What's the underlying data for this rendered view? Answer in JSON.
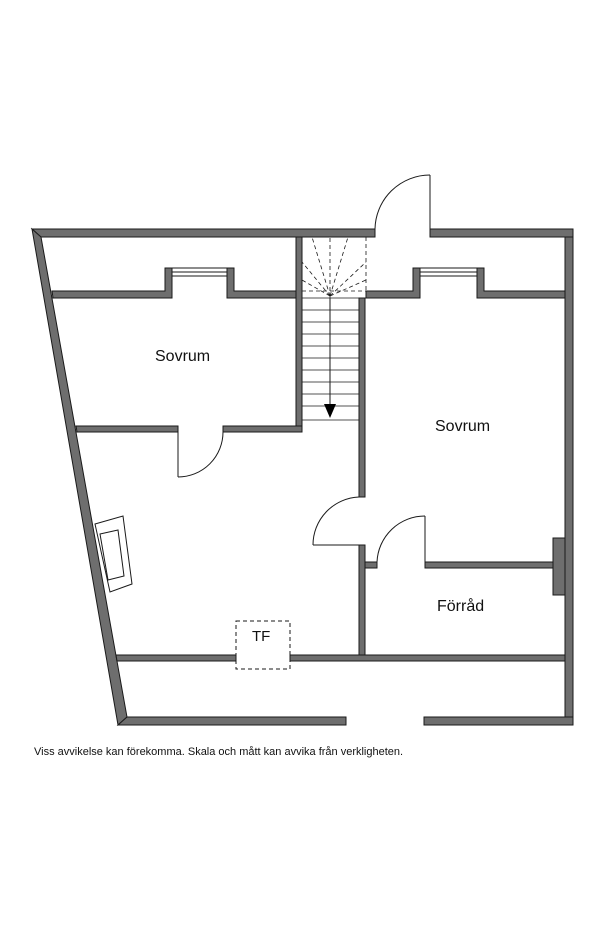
{
  "rooms": {
    "bedroom_left": "Sovrum",
    "bedroom_right": "Sovrum",
    "storage": "Förråd"
  },
  "hatch_label": "TF",
  "disclaimer": "Viss avvikelse kan förekomma. Skala och mått kan avvika från verkligheten.",
  "colors": {
    "wall": "#6e6e6e",
    "line": "#1a1a1a",
    "background": "#ffffff"
  }
}
